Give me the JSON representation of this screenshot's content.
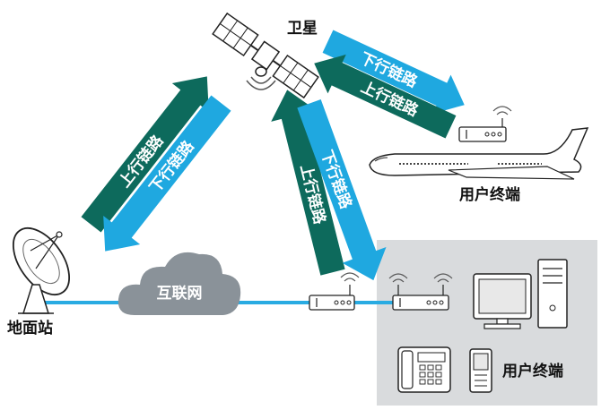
{
  "labels": {
    "satellite": "卫星",
    "ground_station": "地面站",
    "internet": "互联网",
    "user_terminal_plane": "用户终端",
    "user_terminal_box": "用户终端"
  },
  "links": {
    "uplink": "上行链路",
    "downlink": "下行链路"
  },
  "colors": {
    "uplink": "#0d6a5c",
    "downlink": "#1fa8e0",
    "line": "#29abe2",
    "cloud": "#8a9299",
    "panel": "#d9dbdd"
  }
}
